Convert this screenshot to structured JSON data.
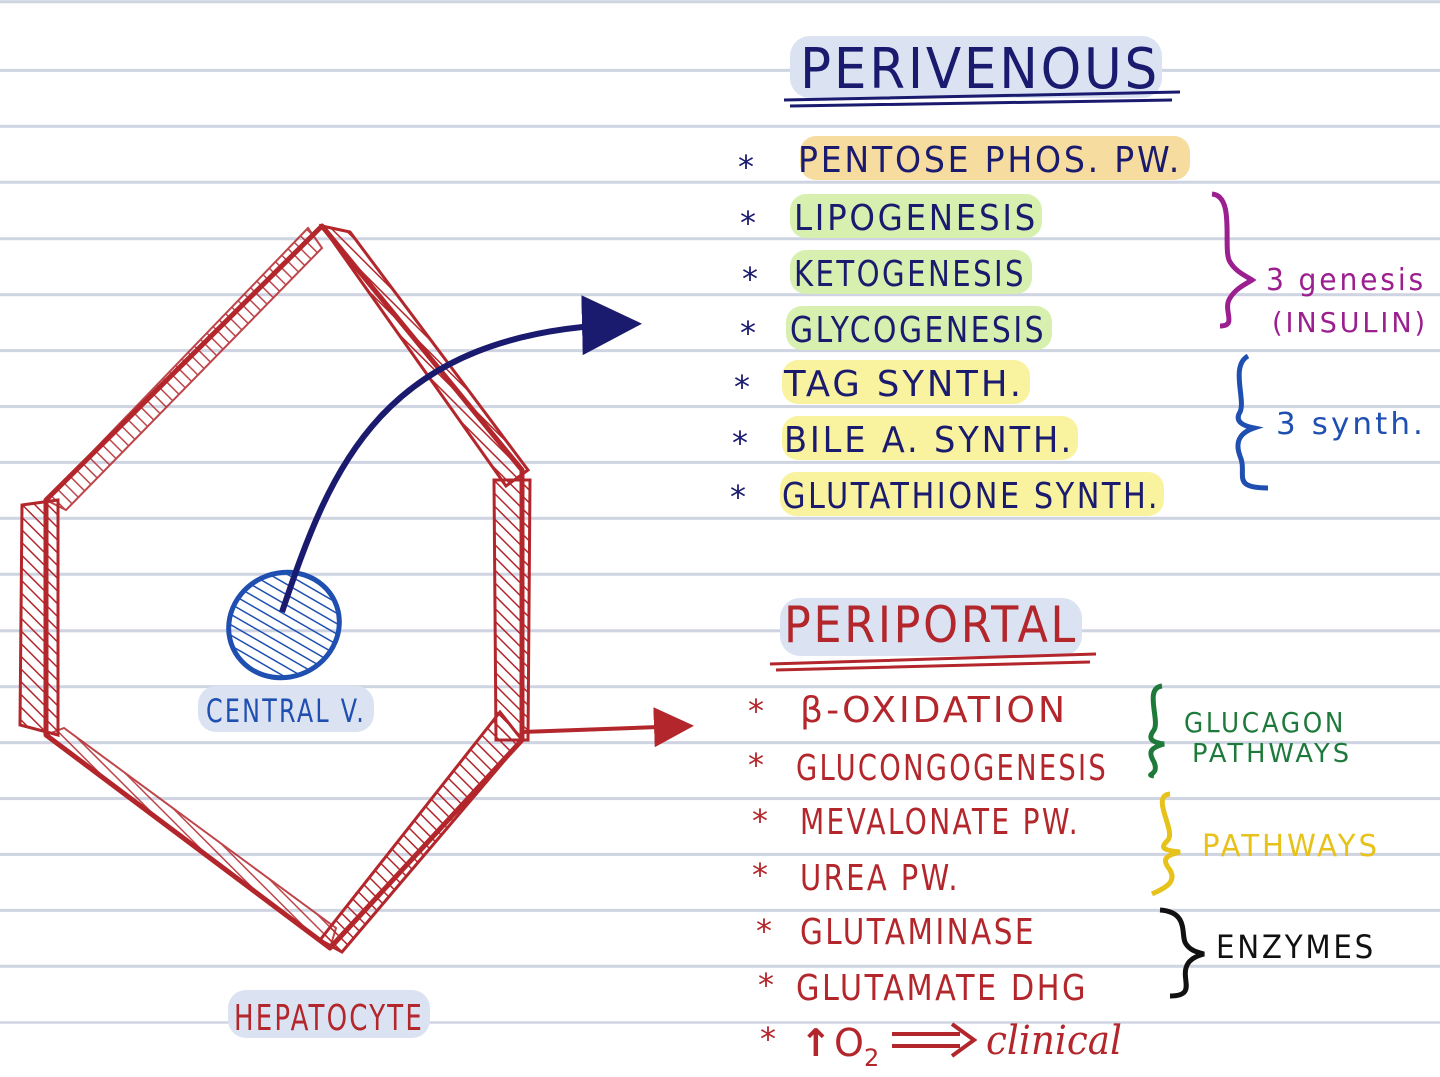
{
  "labels": {
    "central_vein": "CENTRAL V.",
    "hepatocyte": "HEPATOCYTE"
  },
  "perivenous": {
    "heading": "PERIVENOUS",
    "bullet": "*",
    "items": [
      "PENTOSE PHOS. PW.",
      "LIPOGENESIS",
      "KETOGENESIS",
      "GLYCOGENESIS",
      "TAG SYNTH.",
      "BILE A. SYNTH.",
      "GLUTATHIONE SYNTH."
    ],
    "groups": [
      {
        "label_line1": "3 genesis",
        "label_line2": "(INSULIN)"
      },
      {
        "label_line1": "3 synth.",
        "label_line2": ""
      }
    ]
  },
  "periportal": {
    "heading": "PERIPORTAL",
    "bullet": "*",
    "items": [
      "β-OXIDATION",
      "GLUCONGOGENESIS",
      "MEVALONATE PW.",
      "UREA PW.",
      "GLUTAMINASE",
      "GLUTAMATE DHG"
    ],
    "last_item": {
      "arrow_symbol": "↑",
      "text": "O",
      "subscript": "2",
      "result": "clinical"
    },
    "groups": [
      {
        "label_line1": "GLUCAGON",
        "label_line2": "PATHWAYS"
      },
      {
        "label_line1": "PATHWAYS",
        "label_line2": ""
      },
      {
        "label_line1": "ENZYMES",
        "label_line2": ""
      }
    ]
  },
  "colors": {
    "ruled_line": "#cfd4e2",
    "perivenous_ink": "#1a1a6e",
    "periportal_ink": "#b3262b",
    "central_vein_ink": "#1f4fb0",
    "insulin_group": "#9b1f8f",
    "synth_group": "#1f4fb0",
    "glucagon_group": "#1d7a3a",
    "pathways_group": "#e6c21a",
    "enzymes_group": "#111111",
    "highlight_orange": "#f7dca0",
    "highlight_green": "#d7f0b0",
    "highlight_yellow": "#f9f3a0",
    "highlight_blue": "#dbe3f3"
  },
  "icons": [
    "central-vein-hatched-ellipse",
    "curved-arrow-icon",
    "straight-arrow-icon",
    "double-arrow-icon",
    "curly-brace-icon"
  ]
}
